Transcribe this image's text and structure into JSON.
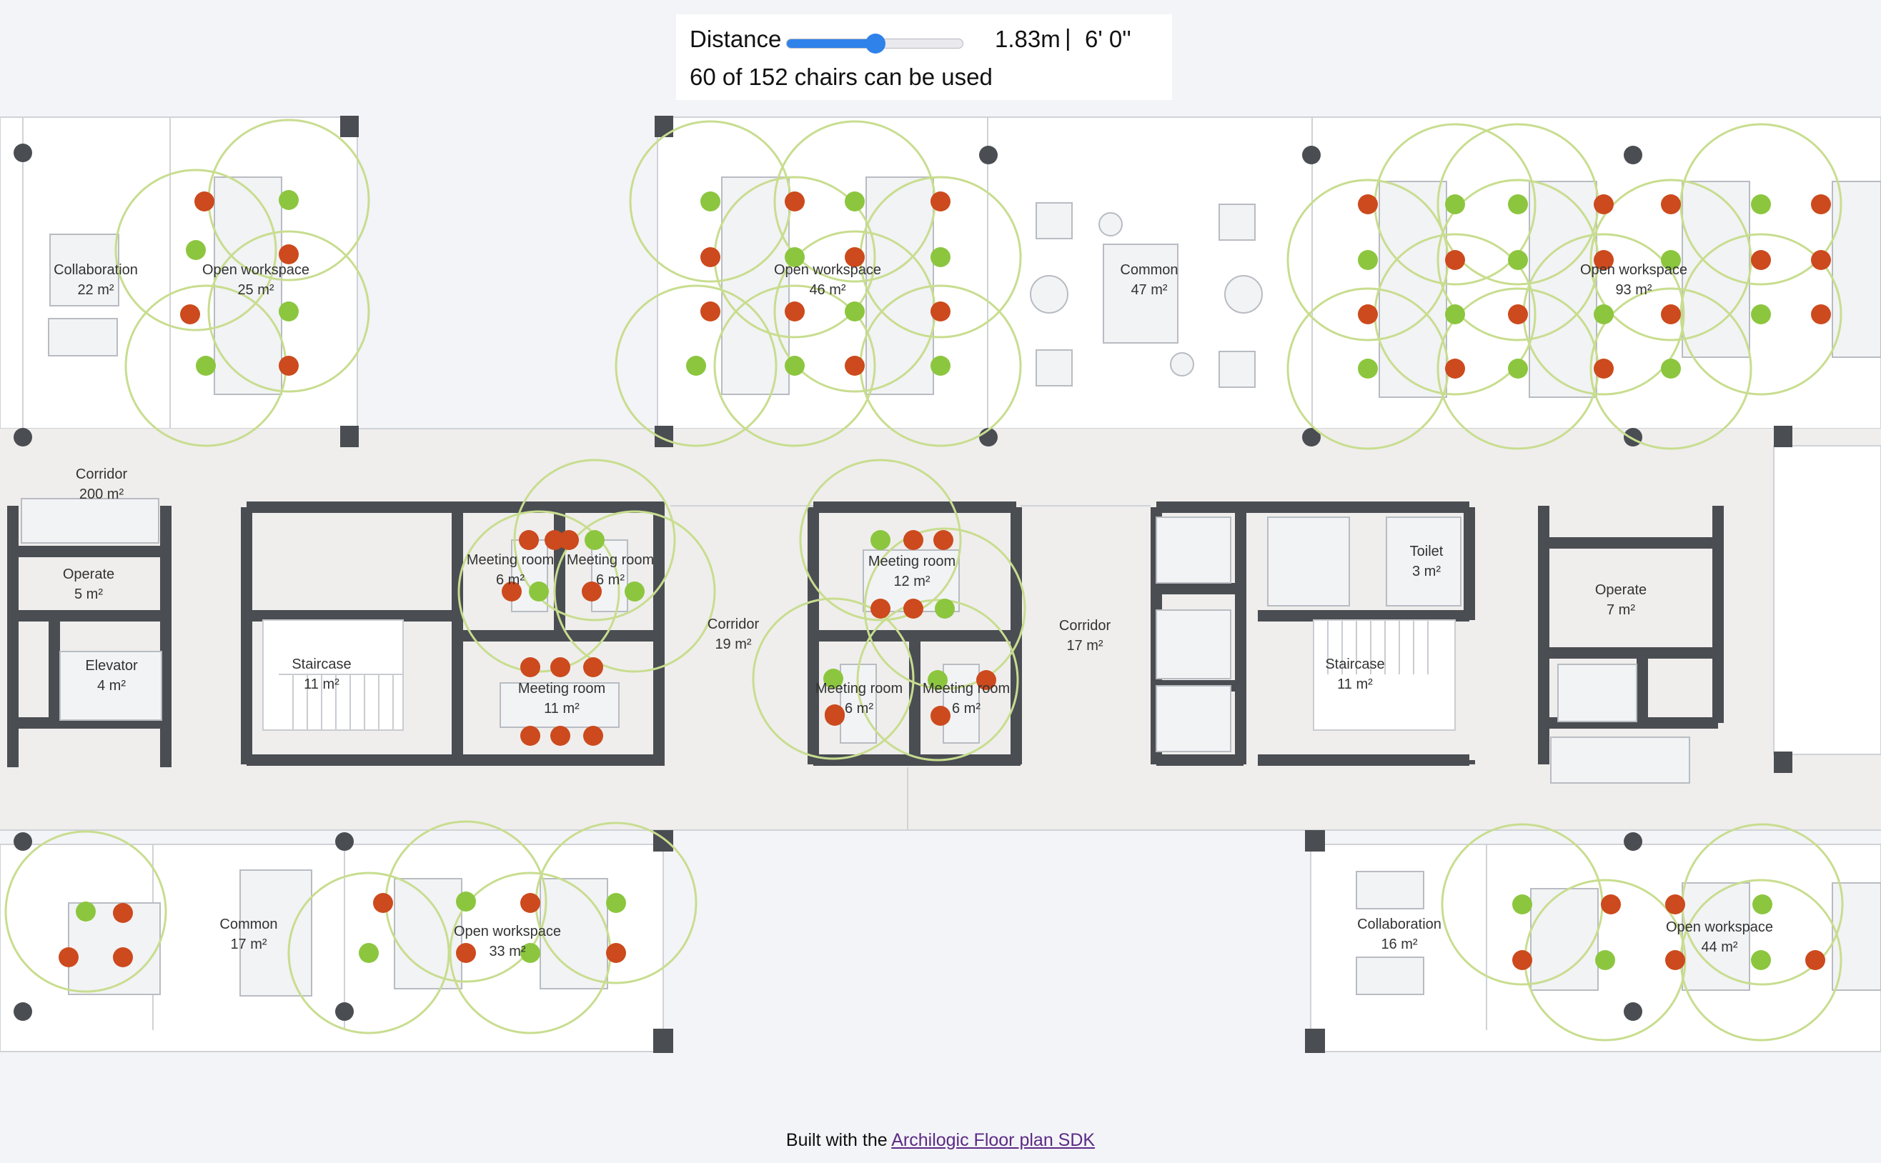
{
  "distance_control": {
    "label": "Distance",
    "slider_fraction": 0.5,
    "metric": "1.83m",
    "separator": "|",
    "imperial": "6' 0''",
    "status": "60 of 152 chairs can be used"
  },
  "footer": {
    "prefix": "Built with the",
    "link_text": "Archilogic Floor plan SDK"
  },
  "colors": {
    "usable_chair": "#8cc63f",
    "blocked_chair": "#cc4a1d",
    "distance_ring": "#c8dd8f",
    "wall": "#4a4d52",
    "accent": "#2f82ea"
  },
  "spaces": [
    {
      "id": "collab-tl",
      "name": "Collaboration",
      "area": "22 m²"
    },
    {
      "id": "open-tl",
      "name": "Open workspace",
      "area": "25 m²"
    },
    {
      "id": "open-tc",
      "name": "Open workspace",
      "area": "46 m²"
    },
    {
      "id": "common-tc",
      "name": "Common",
      "area": "47 m²"
    },
    {
      "id": "open-tr",
      "name": "Open workspace",
      "area": "93 m²"
    },
    {
      "id": "corridor-main",
      "name": "Corridor",
      "area": "200 m²"
    },
    {
      "id": "operate-l",
      "name": "Operate",
      "area": "5 m²"
    },
    {
      "id": "elevator",
      "name": "Elevator",
      "area": "4 m²"
    },
    {
      "id": "staircase-l",
      "name": "Staircase",
      "area": "11 m²"
    },
    {
      "id": "meeting-a",
      "name": "Meeting room",
      "area": "6 m²"
    },
    {
      "id": "meeting-b",
      "name": "Meeting room",
      "area": "6 m²"
    },
    {
      "id": "meeting-c",
      "name": "Meeting room",
      "area": "11 m²"
    },
    {
      "id": "corridor-c1",
      "name": "Corridor",
      "area": "19 m²"
    },
    {
      "id": "meeting-d",
      "name": "Meeting room",
      "area": "12 m²"
    },
    {
      "id": "meeting-e",
      "name": "Meeting room",
      "area": "6 m²"
    },
    {
      "id": "meeting-f",
      "name": "Meeting room",
      "area": "6 m²"
    },
    {
      "id": "corridor-c2",
      "name": "Corridor",
      "area": "17 m²"
    },
    {
      "id": "toilet",
      "name": "Toilet",
      "area": "3 m²"
    },
    {
      "id": "staircase-r",
      "name": "Staircase",
      "area": "11 m²"
    },
    {
      "id": "operate-r",
      "name": "Operate",
      "area": "7 m²"
    },
    {
      "id": "common-bl",
      "name": "Common",
      "area": "17 m²"
    },
    {
      "id": "open-bl",
      "name": "Open workspace",
      "area": "33 m²"
    },
    {
      "id": "collab-br",
      "name": "Collaboration",
      "area": "16 m²"
    },
    {
      "id": "open-br",
      "name": "Open workspace",
      "area": "44 m²"
    }
  ]
}
